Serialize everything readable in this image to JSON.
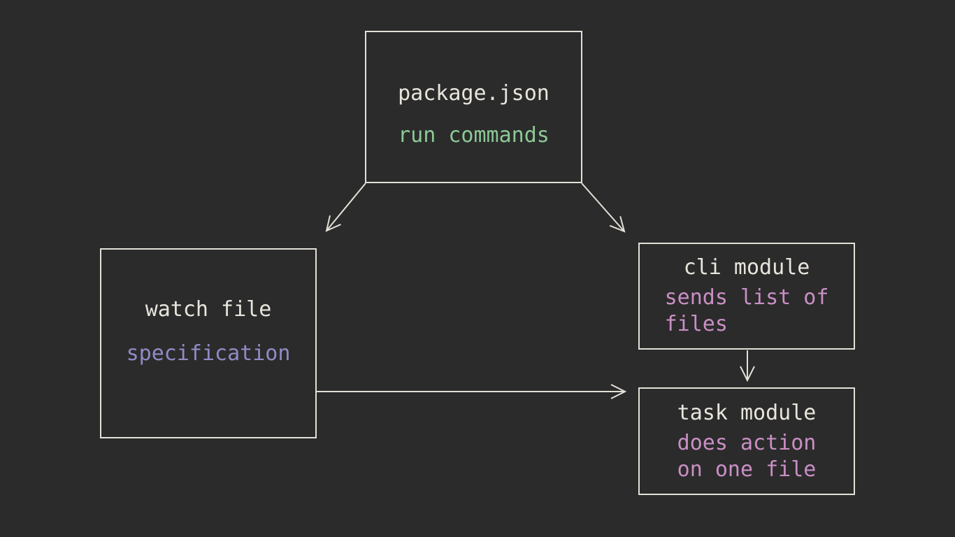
{
  "diagram": {
    "background_color": "#2b2b2b",
    "line_color": "#e3e0d7",
    "title_color": "#e8e5dd"
  },
  "nodes": [
    {
      "id": "package-json",
      "title": "package.json",
      "subtitle": "run commands",
      "title_color": "#e8e5dd",
      "subtitle_color": "#8cc996"
    },
    {
      "id": "watch-file",
      "title": "watch file",
      "subtitle": "specification",
      "title_color": "#e8e5dd",
      "subtitle_color": "#908bc6"
    },
    {
      "id": "cli-module",
      "title": "cli module",
      "subtitle": "sends list of\nfiles",
      "title_color": "#e8e5dd",
      "subtitle_color": "#c98fc5"
    },
    {
      "id": "task-module",
      "title": "task module",
      "subtitle": "does action\non one file",
      "title_color": "#e8e5dd",
      "subtitle_color": "#c98fc5"
    }
  ],
  "edges": [
    {
      "from": "package-json",
      "to": "watch-file"
    },
    {
      "from": "package-json",
      "to": "cli-module"
    },
    {
      "from": "cli-module",
      "to": "task-module"
    },
    {
      "from": "watch-file",
      "to": "task-module"
    }
  ]
}
